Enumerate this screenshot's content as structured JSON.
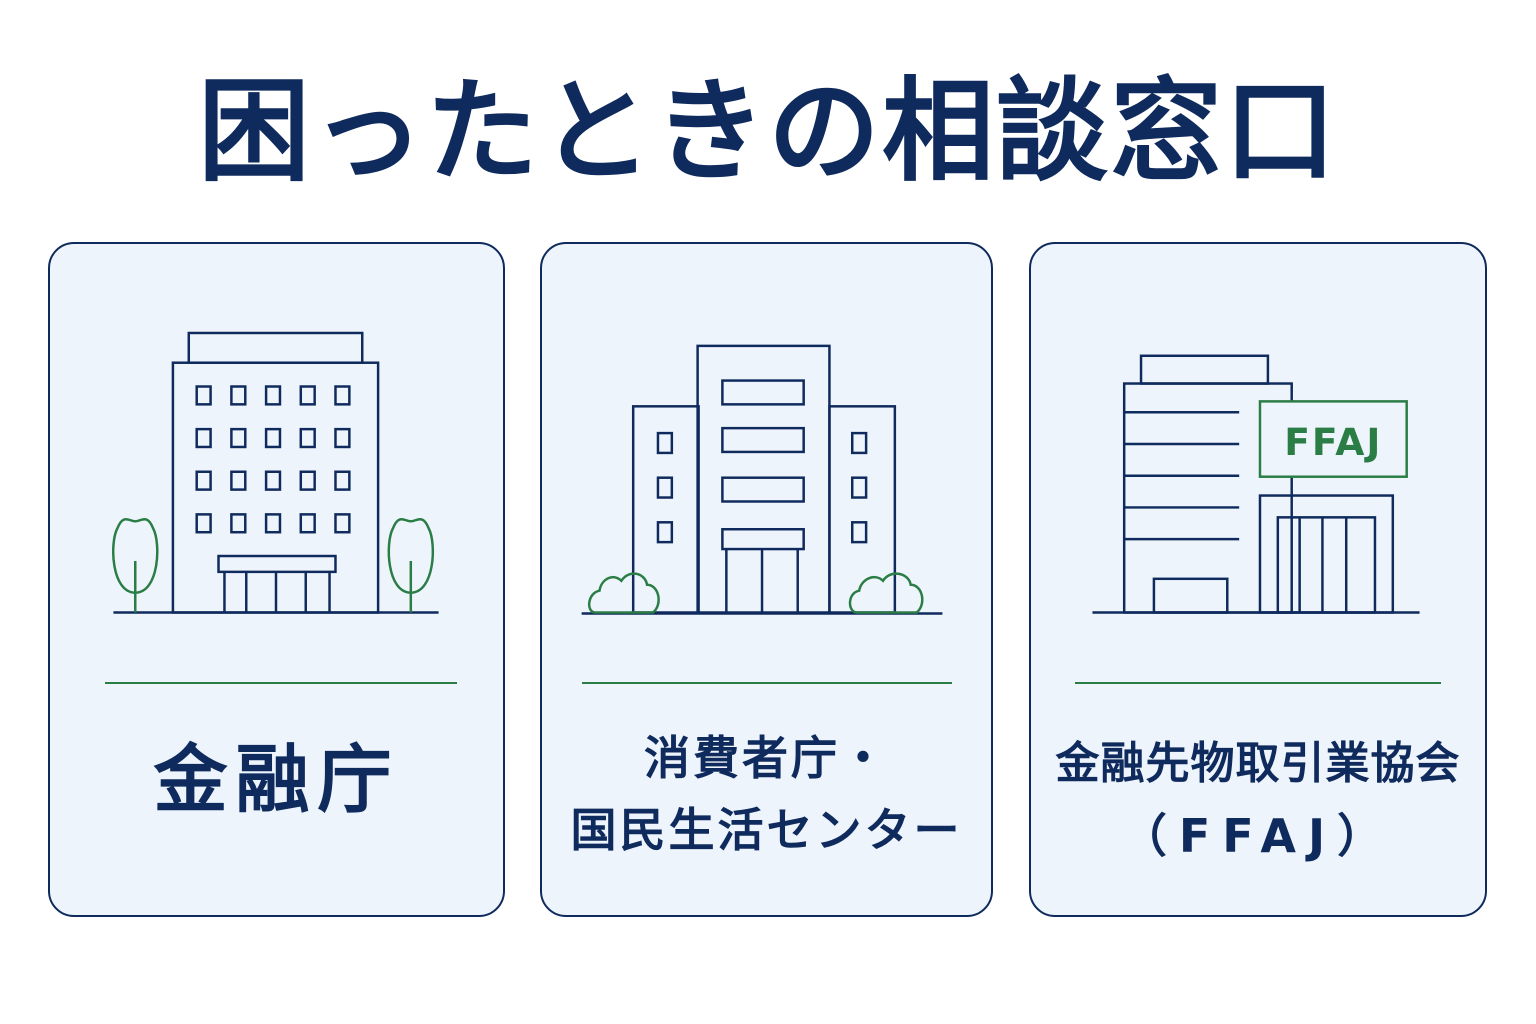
{
  "title": "困ったときの相談窓口",
  "colors": {
    "navy": "#0f2a5c",
    "green": "#2a7d45",
    "card_background": "#eef4fc",
    "page_background": "#ffffff"
  },
  "cards": [
    {
      "icon": "office-building-with-trees-icon",
      "label_lines": [
        "金融庁"
      ]
    },
    {
      "icon": "government-building-with-bushes-icon",
      "label_lines": [
        "消費者庁・",
        "国民生活センター"
      ]
    },
    {
      "icon": "association-building-with-sign-icon",
      "sign_text": "FFAJ",
      "label_lines": [
        "金融先物取引業協会",
        "（FFAJ）"
      ]
    }
  ]
}
